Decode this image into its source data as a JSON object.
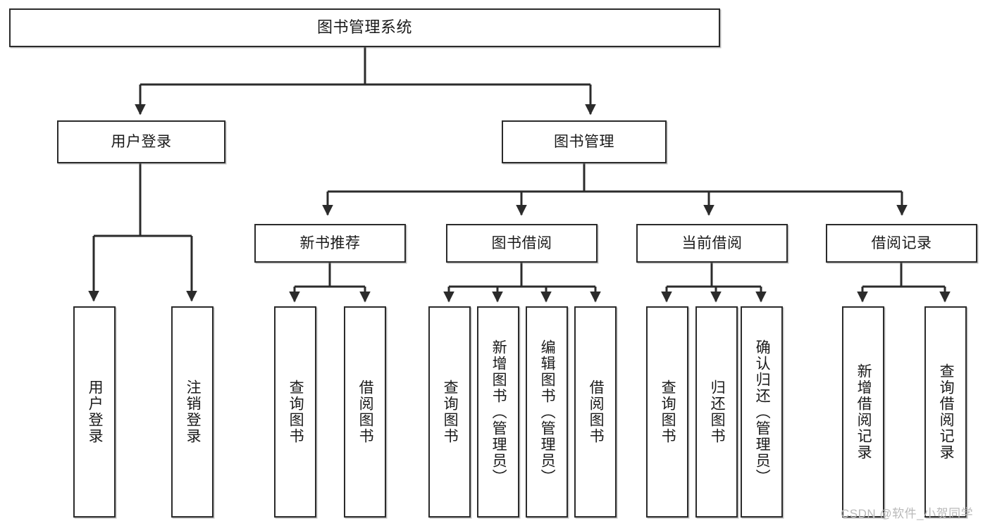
{
  "diagram": {
    "type": "tree",
    "title": "图书管理系统",
    "watermark": "CSDN @软件_小贺同学",
    "colors": {
      "stroke": "#2b2b2b",
      "fill": "#ffffff",
      "text": "#1a1a1a",
      "watermark": "#b9b9b9"
    },
    "root": {
      "label": "图书管理系统"
    },
    "level2": [
      {
        "label": "用户登录"
      },
      {
        "label": "图书管理"
      }
    ],
    "level3": [
      {
        "label": "新书推荐"
      },
      {
        "label": "图书借阅"
      },
      {
        "label": "当前借阅"
      },
      {
        "label": "借阅记录"
      }
    ],
    "leaves": {
      "user_login": [
        {
          "label": "用户登录"
        },
        {
          "label": "注销登录"
        }
      ],
      "new_book_recommend": [
        {
          "label": "查询图书"
        },
        {
          "label": "借阅图书"
        }
      ],
      "book_borrow": [
        {
          "label": "查询图书"
        },
        {
          "label": "新增图书（管理员）"
        },
        {
          "label": "编辑图书（管理员）"
        },
        {
          "label": "借阅图书"
        }
      ],
      "current_borrow": [
        {
          "label": "查询图书"
        },
        {
          "label": "归还图书"
        },
        {
          "label": "确认归还（管理员）"
        }
      ],
      "borrow_record": [
        {
          "label": "新增借阅记录"
        },
        {
          "label": "查询借阅记录"
        }
      ]
    }
  }
}
